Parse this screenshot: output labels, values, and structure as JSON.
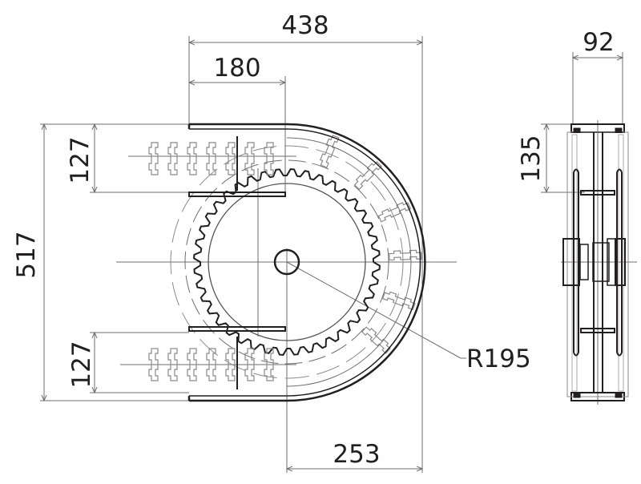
{
  "title": "U-turn chain conveyor curve drawing",
  "dimensions": {
    "overall_width": "438",
    "straight_length": "180",
    "top_track_width": "127",
    "overall_height": "517",
    "bottom_track_width": "127",
    "center_to_outer": "253",
    "radius": "R195",
    "side_width": "92",
    "side_track_height": "135"
  },
  "colors": {
    "line": "#231f20",
    "thin": "#6d6e71",
    "chain": "#8a8a8a"
  }
}
